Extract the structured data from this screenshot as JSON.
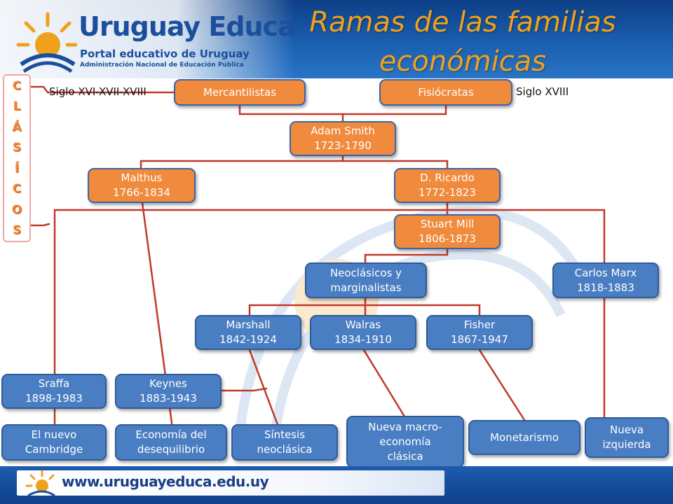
{
  "header": {
    "logo_title": "Uruguay Educa",
    "logo_subtitle": "Portal educativo de Uruguay",
    "logo_tagline": "Administración Nacional de Educación Pública",
    "slide_title": "Ramas de las familias económicas"
  },
  "side": {
    "clasicos_letters": [
      "C",
      "L",
      "Á",
      "S",
      "Í",
      "C",
      "O",
      "S"
    ],
    "left_period": "Siglo XVI-XVII-XVIII",
    "right_period": "Siglo XVIII"
  },
  "nodes": {
    "mercantilistas": "Mercantilistas",
    "fisiocratas": "Fisiócratas",
    "smith_name": "Adam Smith",
    "smith_years": "1723-1790",
    "malthus_name": "Malthus",
    "malthus_years": "1766-1834",
    "ricardo_name": "D. Ricardo",
    "ricardo_years": "1772-1823",
    "mill_name": "Stuart Mill",
    "mill_years": "1806-1873",
    "neoclasicos_l1": "Neoclásicos y",
    "neoclasicos_l2": "marginalistas",
    "marx_name": "Carlos Marx",
    "marx_years": "1818-1883",
    "marshall_name": "Marshall",
    "marshall_years": "1842-1924",
    "walras_name": "Walras",
    "walras_years": "1834-1910",
    "fisher_name": "Fisher",
    "fisher_years": "1867-1947",
    "sraffa_name": "Sraffa",
    "sraffa_years": "1898-1983",
    "keynes_name": "Keynes",
    "keynes_years": "1883-1943",
    "cambridge_l1": "El nuevo",
    "cambridge_l2": "Cambridge",
    "desequilibrio_l1": "Economía del",
    "desequilibrio_l2": "desequilibrio",
    "sintesis_l1": "Síntesis",
    "sintesis_l2": "neoclásica",
    "macro_l1": "Nueva macro-",
    "macro_l2": "economía",
    "macro_l3": "clásica",
    "monetarismo": "Monetarismo",
    "izquierda_l1": "Nueva",
    "izquierda_l2": "izquierda"
  },
  "footer": {
    "url": "www.uruguayeduca.edu.uy"
  },
  "colors": {
    "orange_node": "#f08a3c",
    "blue_node": "#4a7ec2",
    "connector": "#c0392b",
    "title": "#f0a11c",
    "header_blue": "#1a5fb0"
  }
}
